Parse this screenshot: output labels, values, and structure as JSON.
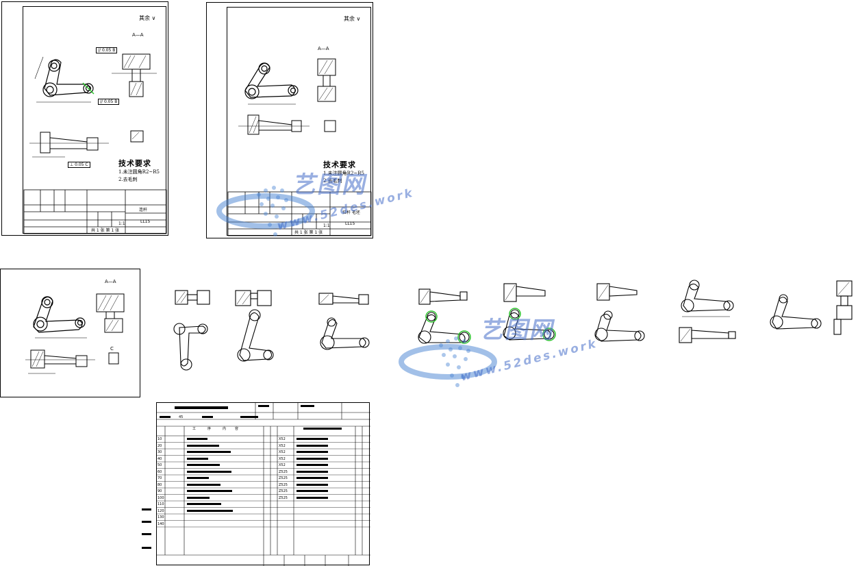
{
  "watermark": {
    "brand": "艺图网",
    "url": "www.52des.work"
  },
  "sheets": [
    {
      "id": "sheet-1",
      "section_label": "A—A",
      "roughness": "其余",
      "tol_labels": [
        "// 0.05 B",
        "// 0.05 B",
        "⊥ 0.05 C"
      ],
      "tech_title": "技术要求",
      "tech_items": [
        "1.未注圆角R2~R5",
        "2.去毛刺"
      ],
      "title_block": {
        "scale": "1:1",
        "sheet_no": "LL15",
        "part": "连杆",
        "label": "共 1 张 第 1 张"
      }
    },
    {
      "id": "sheet-2",
      "section_label": "A—A",
      "roughness": "其余",
      "tech_title": "技术要求",
      "tech_items": [
        "1.未注圆角R2~R5",
        "2.去毛刺"
      ],
      "title_block": {
        "scale": "1:1",
        "sheet_no": "LL15",
        "part": "拉杆 毛坯",
        "label": "共 1 张 第 1 张"
      }
    },
    {
      "id": "sheet-3",
      "section_label": "A—A",
      "view_c": "C"
    }
  ],
  "process_card": {
    "row_numbers": [
      "10",
      "20",
      "30",
      "40",
      "50",
      "60",
      "70",
      "80",
      "90",
      "100",
      "110",
      "120",
      "130",
      "140"
    ],
    "op_header": [
      "工",
      "序",
      "内",
      "容"
    ],
    "material": "45",
    "equipment": [
      "X52",
      "X52",
      "X52",
      "X52",
      "X52",
      "Z525",
      "Z525",
      "Z525",
      "Z525",
      "Z525"
    ]
  }
}
